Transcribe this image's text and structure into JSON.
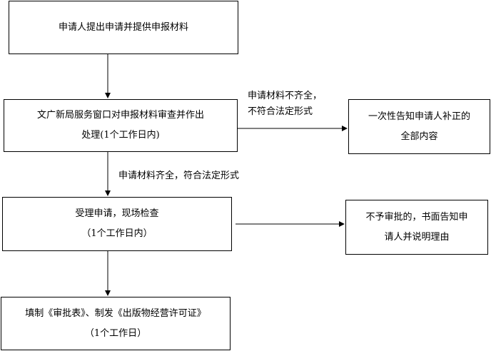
{
  "boxes": {
    "submit": {
      "line1": "申请人提出申请并提供申报材料"
    },
    "window_review": {
      "line1": "文广新局服务窗口对申报材料审查并作出",
      "line2": "处理(1个工作日内)"
    },
    "notify_supplement": {
      "line1": "一次性告知申请人补正的",
      "line2": "全部内容"
    },
    "accept_inspect": {
      "line1": "受理申请，现场检查",
      "line2": "（1个工作日内）"
    },
    "reject_notice": {
      "line1": "不予审批的，书面告知申",
      "line2": "请人并说明理由"
    },
    "fill_form": {
      "line1": "填制《审批表》、制发《出版物经营许可证》",
      "line2": "（1个工作日）"
    }
  },
  "labels": {
    "incomplete": {
      "line1": "申请材料不齐全，",
      "line2": "不符合法定形式"
    },
    "complete": "申请材料齐全，符合法定形式"
  }
}
